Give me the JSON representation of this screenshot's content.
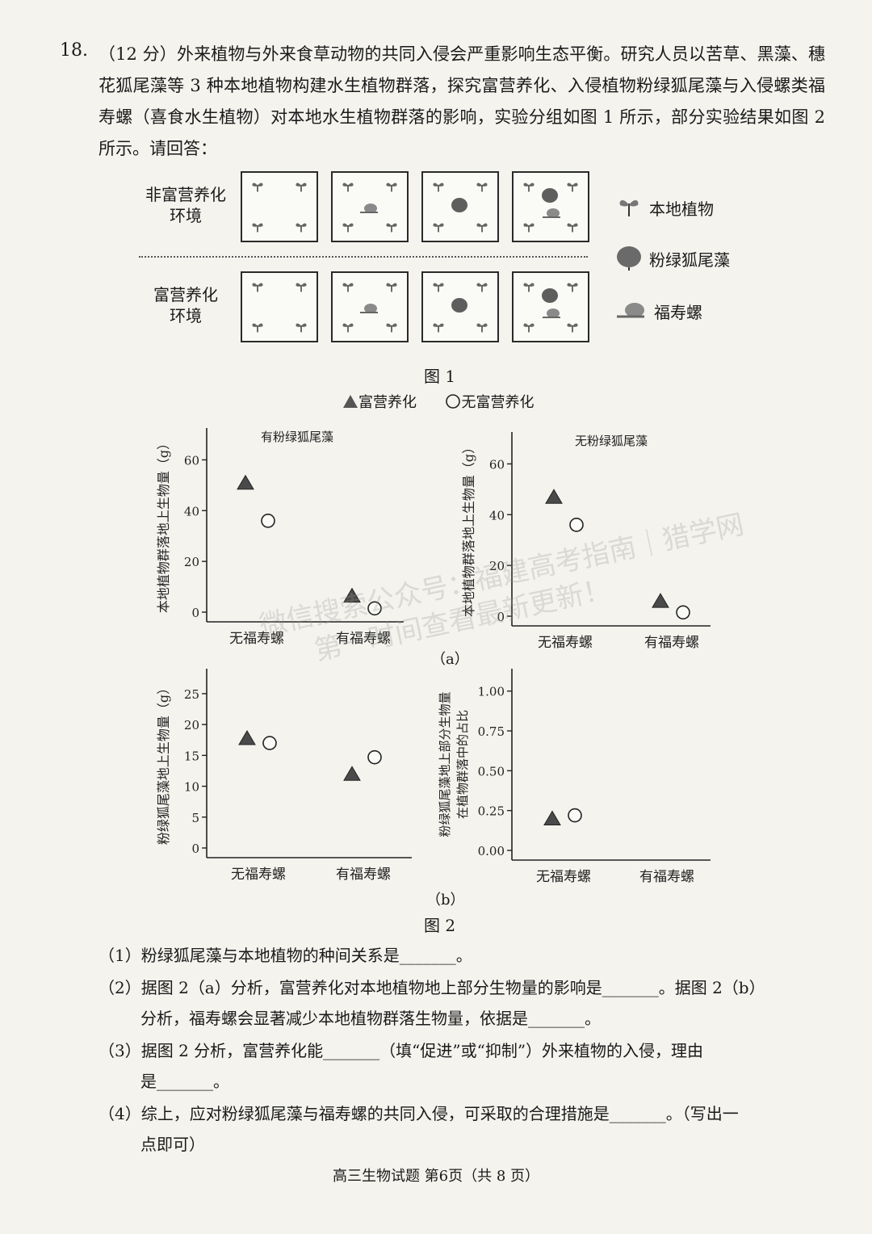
{
  "question": {
    "number": "18.",
    "intro": "（12 分）外来植物与外来食草动物的共同入侵会严重影响生态平衡。研究人员以苦草、黑藻、穗花狐尾藻等 3 种本地植物构建水生植物群落，探究富营养化、入侵植物粉绿狐尾藻与入侵螺类福寿螺（喜食水生植物）对本地水生植物群落的影响，实验分组如图 1 所示，部分实验结果如图 2 所示。请回答："
  },
  "figure1": {
    "row1_label_line1": "非富营养化",
    "row1_label_line2": "环境",
    "row2_label_line1": "富营养化",
    "row2_label_line2": "环境",
    "legend": {
      "native": "本地植物",
      "invasive_plant": "粉绿狐尾藻",
      "snail": "福寿螺"
    },
    "caption": "图 1"
  },
  "figure2": {
    "legend_eutrophic": "富营养化",
    "legend_non": "无富营养化",
    "sub_a": "（a）",
    "sub_b": "（b）",
    "caption": "图 2"
  },
  "chart_data": [
    {
      "type": "scatter",
      "title": "有粉绿狐尾藻",
      "ylabel": "本地植物群落地上生物量（g）",
      "categories": [
        "无福寿螺",
        "有福寿螺"
      ],
      "ylim": [
        0,
        70
      ],
      "yticks": [
        "0",
        "20",
        "40",
        "60"
      ],
      "series": [
        {
          "name": "富营养化",
          "marker": "triangle",
          "values": [
            51,
            6.5
          ]
        },
        {
          "name": "无富营养化",
          "marker": "circle",
          "values": [
            36,
            1.5
          ]
        }
      ]
    },
    {
      "type": "scatter",
      "title": "无粉绿狐尾藻",
      "ylabel": "本地植物群落地上生物量（g）",
      "categories": [
        "无福寿螺",
        "有福寿螺"
      ],
      "ylim": [
        0,
        70
      ],
      "yticks": [
        "0",
        "20",
        "40",
        "60"
      ],
      "series": [
        {
          "name": "富营养化",
          "marker": "triangle",
          "values": [
            47,
            6
          ]
        },
        {
          "name": "无富营养化",
          "marker": "circle",
          "values": [
            36,
            1.5
          ]
        }
      ]
    },
    {
      "type": "scatter",
      "title": "",
      "ylabel": "粉绿狐尾藻地上生物量（g）",
      "categories": [
        "无福寿螺",
        "有福寿螺"
      ],
      "ylim": [
        0,
        28
      ],
      "yticks": [
        "0",
        "5",
        "10",
        "15",
        "20",
        "25"
      ],
      "series": [
        {
          "name": "富营养化",
          "marker": "triangle",
          "values": [
            17.8,
            12
          ]
        },
        {
          "name": "无富营养化",
          "marker": "circle",
          "values": [
            17,
            14.7
          ]
        }
      ]
    },
    {
      "type": "scatter",
      "title": "",
      "ylabel_line1": "粉绿狐尾藻地上部分生物量",
      "ylabel_line2": "在植物群落中的占比",
      "categories": [
        "无福寿螺",
        "有福寿螺"
      ],
      "ylim": [
        0,
        1.1
      ],
      "yticks": [
        "0.00",
        "0.25",
        "0.50",
        "0.75",
        "1.00"
      ],
      "series": [
        {
          "name": "富营养化",
          "marker": "triangle",
          "values": [
            0.2,
            null
          ]
        },
        {
          "name": "无富营养化",
          "marker": "circle",
          "values": [
            0.22,
            null
          ]
        }
      ]
    }
  ],
  "subquestions": [
    {
      "line1": "（1）粉绿狐尾藻与本地植物的种间关系是_______。"
    },
    {
      "line1": "（2）据图 2（a）分析，富营养化对本地植物地上部分生物量的影响是_______。据图 2（b）",
      "line2": "分析，福寿螺会显著减少本地植物群落生物量，依据是_______。"
    },
    {
      "line1": "（3）据图 2 分析，富营养化能_______（填“促进”或“抑制”）外来植物的入侵，理由",
      "line2": "是_______。"
    },
    {
      "line1": "（4）综上，应对粉绿狐尾藻与福寿螺的共同入侵，可采取的合理措施是_______。（写出一",
      "line2": "点即可）"
    }
  ],
  "footer": "高三生物试题 第6页（共 8 页）",
  "watermark": {
    "line1": "微信搜索公众号：福建高考指南｜猎学网",
    "line2": "第一时间查看最新更新！"
  }
}
